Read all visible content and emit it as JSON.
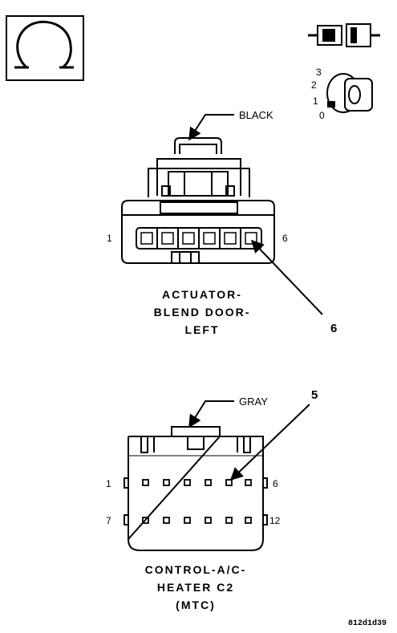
{
  "top_view_key": {
    "positions": [
      "3",
      "2",
      "1",
      "0"
    ]
  },
  "connector1": {
    "wire_color": "BLACK",
    "pin_first": "1",
    "pin_last": "6",
    "callout": "6",
    "name_lines": [
      "ACTUATOR-",
      "BLEND DOOR-",
      "LEFT"
    ]
  },
  "connector2": {
    "wire_color": "GRAY",
    "row1_first": "1",
    "row1_last": "6",
    "row2_first": "7",
    "row2_last": "12",
    "callout": "5",
    "name_lines": [
      "CONTROL-A/C-",
      "HEATER C2",
      "(MTC)"
    ]
  },
  "figure_code": "812d1d39"
}
